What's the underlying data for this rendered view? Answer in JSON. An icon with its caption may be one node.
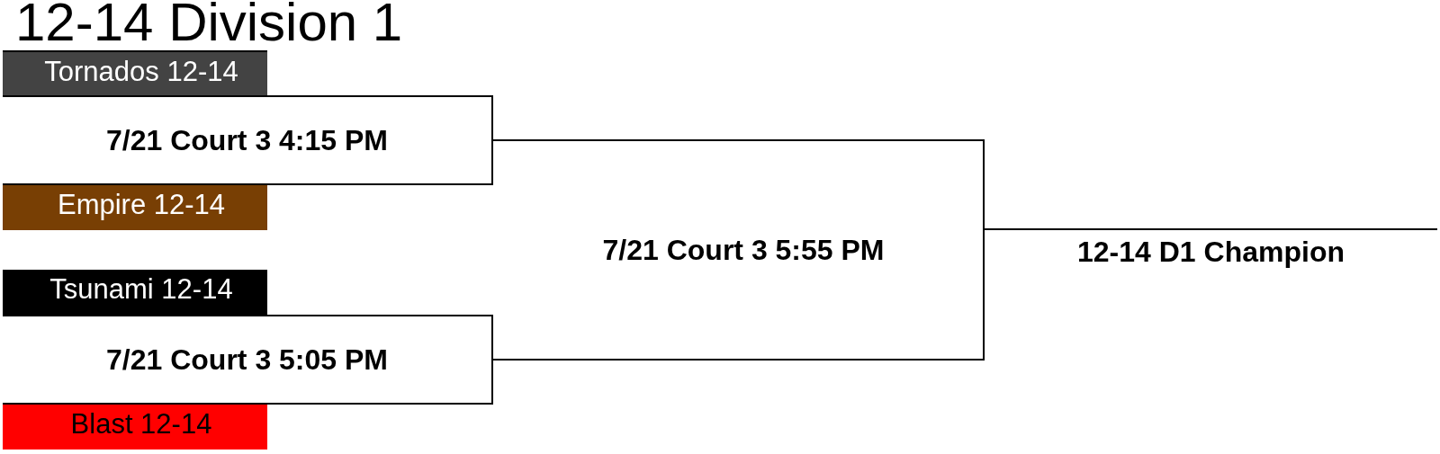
{
  "diagram": {
    "title": "12-14 Division 1",
    "nodes": [
      {
        "text": [
          "Tornados 12-14"
        ]
      },
      {
        "text": [
          "7/21 Court 3 4:15 PM"
        ]
      },
      {
        "text": [
          "Empire 12-14"
        ]
      },
      {
        "text": [
          "Tsunami 12-14"
        ]
      },
      {
        "text": [
          "7/21 Court 3 5:05 PM"
        ]
      },
      {
        "text": [
          "Blast 12-14"
        ]
      },
      {
        "text": [
          "7/21 Court 3 5:55 PM"
        ]
      },
      {
        "text": [
          "12-14 D1 Champion"
        ]
      }
    ],
    "edges": [
      {
        "from": 1,
        "to": 6,
        "arrow": "none"
      },
      {
        "from": 4,
        "to": 6,
        "arrow": "none"
      }
    ]
  }
}
